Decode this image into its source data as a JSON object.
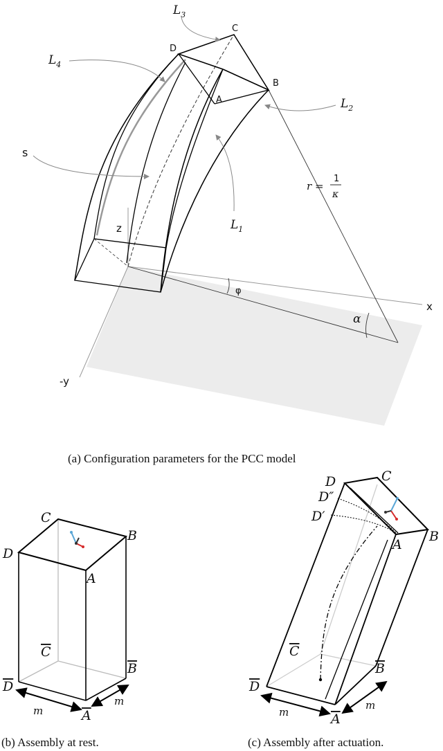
{
  "panel_a": {
    "vertices": {
      "A": "A",
      "B": "B",
      "C": "C",
      "D": "D"
    },
    "lengths": {
      "L1": "L",
      "L1_sub": "1",
      "L2": "L",
      "L2_sub": "2",
      "L3": "L",
      "L3_sub": "3",
      "L4": "L",
      "L4_sub": "4"
    },
    "arc_label": "s",
    "radius": {
      "lhs": "r =",
      "num": "1",
      "den": "κ"
    },
    "axes": {
      "x": "x",
      "neg_y": "-y",
      "z": "z"
    },
    "angles": {
      "phi": "φ",
      "alpha": "α"
    },
    "caption": "(a) Configuration parameters for the PCC model"
  },
  "panel_b": {
    "top": {
      "A": "A",
      "B": "B",
      "C": "C",
      "D": "D"
    },
    "bottom": {
      "A": "A",
      "B": "B",
      "C": "C",
      "D": "D"
    },
    "dim": "m",
    "caption": "(b) Assembly at rest."
  },
  "panel_c": {
    "top": {
      "A": "A",
      "B": "B",
      "C": "C",
      "D": "D",
      "D1": "D′",
      "D2": "D″"
    },
    "bottom": {
      "A": "A",
      "B": "B",
      "C": "C",
      "D": "D"
    },
    "dim": "m",
    "caption": "(c) Assembly after actuation."
  },
  "colors": {
    "plane": "#ececec",
    "frame_x": "#d62b2b",
    "frame_y": "#5aa6d6",
    "frame_z": "#333333",
    "arrow_gray": "#888888"
  }
}
